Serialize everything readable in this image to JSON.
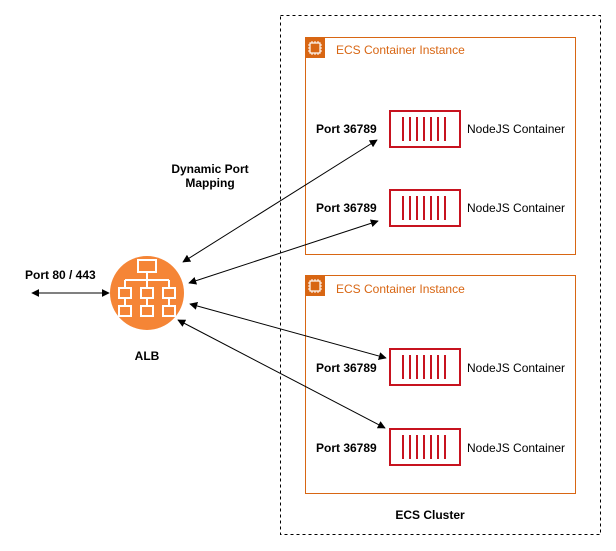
{
  "cluster": {
    "label": "ECS Cluster"
  },
  "instances": [
    {
      "title": "ECS Container Instance",
      "containers": [
        {
          "port": "Port 36789",
          "name": "NodeJS Container"
        },
        {
          "port": "Port 36789",
          "name": "NodeJS Container"
        }
      ]
    },
    {
      "title": "ECS Container Instance",
      "containers": [
        {
          "port": "Port 36789",
          "name": "NodeJS Container"
        },
        {
          "port": "Port 36789",
          "name": "NodeJS Container"
        }
      ]
    }
  ],
  "alb": {
    "label": "ALB",
    "icon": "load-balancer-icon"
  },
  "listener": {
    "label": "Port 80 / 443"
  },
  "mapping": {
    "label_line1": "Dynamic Port",
    "label_line2": "Mapping"
  },
  "colors": {
    "aws_orange": "#d86613",
    "alb_orange": "#f58536",
    "container_red": "#c7131f"
  }
}
